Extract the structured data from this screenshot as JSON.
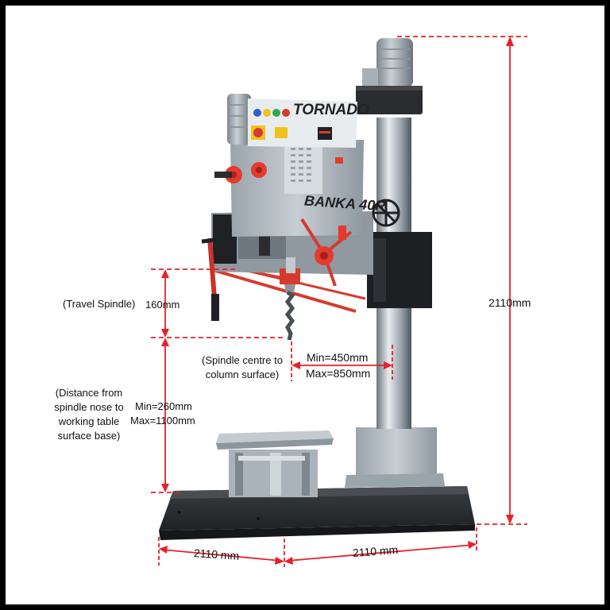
{
  "machine": {
    "brand": "TORNADO",
    "model": "BANKA 40R"
  },
  "dimensions": {
    "overall_height": "2110mm",
    "base_width_left": "2110 mm",
    "base_width_right": "2110 mm",
    "travel_spindle_label": "(Travel Spindle)",
    "travel_spindle_value": "160mm",
    "spindle_centre_label_1": "(Spindle centre to",
    "spindle_centre_label_2": "column surface)",
    "spindle_centre_min": "Min=450mm",
    "spindle_centre_max": "Max=850mm",
    "nose_label_1": "(Distance from",
    "nose_label_2": "spindle nose to",
    "nose_label_3": "working table",
    "nose_label_4": "surface base)",
    "nose_min": "Min=260mm",
    "nose_max": "Max=1100mm"
  },
  "colors": {
    "dimension_line": "#e8202a",
    "machine_grey": "#a9b3bb",
    "base_dark": "#2b2d30",
    "accent_red": "#e33b2e"
  }
}
